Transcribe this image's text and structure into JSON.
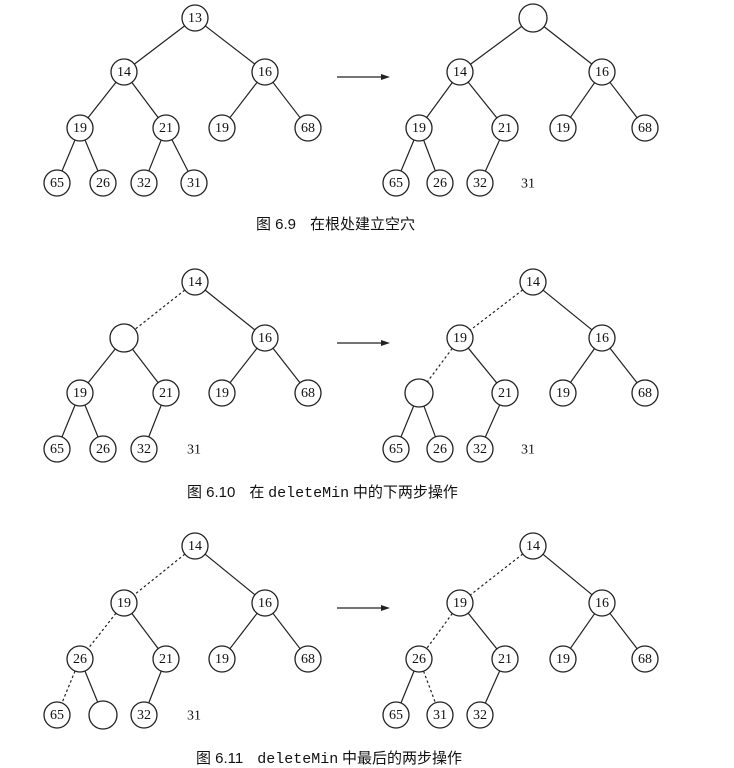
{
  "figures": [
    {
      "caption": {
        "number": "图 6.9",
        "parts": [
          {
            "text": "在根处建立空穴",
            "mono": false
          }
        ]
      },
      "left": {
        "nodes": [
          "13",
          "14",
          "16",
          "19",
          "21",
          "19",
          "68",
          "65",
          "26",
          "32",
          "31"
        ],
        "dashed_edges": []
      },
      "right": {
        "nodes": [
          "",
          "14",
          "16",
          "19",
          "21",
          "19",
          "68",
          "65",
          "26",
          "32"
        ],
        "free_label": "31",
        "dashed_edges": []
      }
    },
    {
      "caption": {
        "number": "图 6.10",
        "parts": [
          {
            "text": "在 ",
            "mono": false
          },
          {
            "text": "deleteMin",
            "mono": true
          },
          {
            "text": " 中的下两步操作",
            "mono": false
          }
        ]
      },
      "left": {
        "nodes": [
          "14",
          "",
          "16",
          "19",
          "21",
          "19",
          "68",
          "65",
          "26",
          "32"
        ],
        "free_label": "31",
        "dashed_edges": [
          "root-l"
        ]
      },
      "right": {
        "nodes": [
          "14",
          "19",
          "16",
          "",
          "21",
          "19",
          "68",
          "65",
          "26",
          "32"
        ],
        "free_label": "31",
        "dashed_edges": [
          "root-l",
          "l-ll"
        ]
      }
    },
    {
      "caption": {
        "number": "图 6.11",
        "parts": [
          {
            "text": "deleteMin",
            "mono": true
          },
          {
            "text": " 中最后的两步操作",
            "mono": false
          }
        ]
      },
      "left": {
        "nodes": [
          "14",
          "19",
          "16",
          "26",
          "21",
          "19",
          "68",
          "65",
          "",
          "32"
        ],
        "free_label": "31",
        "dashed_edges": [
          "root-l",
          "l-ll",
          "ll-lll"
        ]
      },
      "right": {
        "nodes": [
          "14",
          "19",
          "16",
          "26",
          "21",
          "19",
          "68",
          "65",
          "31",
          "32"
        ],
        "dashed_edges": [
          "root-l",
          "l-ll",
          "ll-llr"
        ]
      }
    }
  ]
}
